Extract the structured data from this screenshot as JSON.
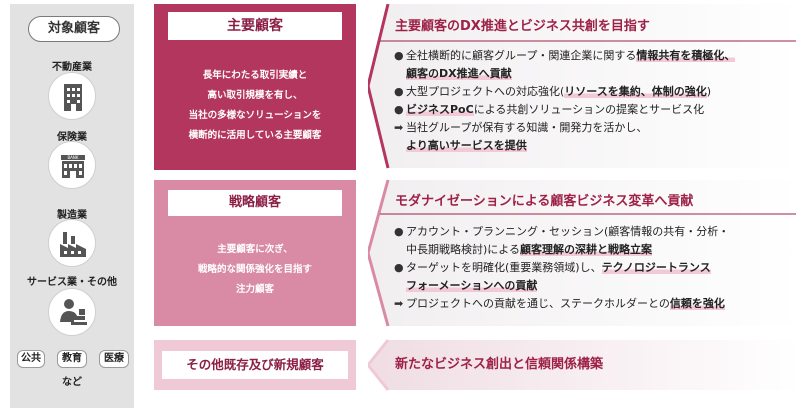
{
  "left": {
    "header": "対象顧客",
    "industries": [
      {
        "label": "不動産業",
        "icon": "building-icon"
      },
      {
        "label": "保険業",
        "icon": "bank-icon"
      },
      {
        "label": "製造業",
        "icon": "factory-icon"
      },
      {
        "label": "サービス業・その他",
        "icon": "service-person-icon"
      }
    ],
    "public_labels": [
      "公共",
      "教育",
      "医療"
    ],
    "etc": "など"
  },
  "middle": {
    "main": {
      "title": "主要顧客",
      "desc": [
        "長年にわたる取引実績と",
        "高い取引規模を有し、",
        "当社の多様なソリューションを",
        "横断的に活用している主要顧客"
      ]
    },
    "strategic": {
      "title": "戦略顧客",
      "desc": [
        "主要顧客に次ぎ、",
        "戦略的な関係強化を目指す",
        "注力顧客"
      ]
    },
    "other": {
      "title": "その他既存及び新規顧客"
    }
  },
  "right": {
    "main": {
      "heading": "主要顧客のDX推進とビジネス共創を目指す",
      "lines": [
        {
          "mark": "●",
          "parts": [
            {
              "t": "全社横断的に顧客グループ・関連企業に関する"
            },
            {
              "t": "情報共有を積極化、",
              "b": true
            }
          ]
        },
        {
          "mark": "",
          "parts": [
            {
              "t": "顧客のDX推進へ貢献",
              "b": true
            }
          ]
        },
        {
          "mark": "●",
          "parts": [
            {
              "t": "大型プロジェクトへの対応強化("
            },
            {
              "t": "リソースを集約、体制の強化",
              "b": true
            },
            {
              "t": ")"
            }
          ]
        },
        {
          "mark": "●",
          "parts": [
            {
              "t": "ビジネスPoC",
              "b": true
            },
            {
              "t": "による共創ソリューションの提案とサービス化"
            }
          ]
        },
        {
          "mark": "➡",
          "parts": [
            {
              "t": "当社グループが保有する知識・開発力を活かし、"
            }
          ]
        },
        {
          "mark": "",
          "parts": [
            {
              "t": "より高いサービスを提供",
              "b": true
            }
          ]
        }
      ]
    },
    "strategic": {
      "heading": "モダナイゼーションによる顧客ビジネス変革へ貢献",
      "lines": [
        {
          "mark": "●",
          "parts": [
            {
              "t": "アカウント・プランニング・セッション(顧客情報の共有・分析・"
            }
          ]
        },
        {
          "mark": "",
          "parts": [
            {
              "t": "中長期戦略検討)による"
            },
            {
              "t": "顧客理解の深耕と戦略立案",
              "b": true
            }
          ]
        },
        {
          "mark": "●",
          "parts": [
            {
              "t": "ターゲットを明確化(重要業務領域)し、"
            },
            {
              "t": "テクノロジートランス",
              "b": true
            }
          ]
        },
        {
          "mark": "",
          "parts": [
            {
              "t": "フォーメーションへの貢献",
              "b": true
            }
          ]
        },
        {
          "mark": "➡",
          "parts": [
            {
              "t": "プロジェクトへの貢献を通じ、ステークホルダーとの"
            },
            {
              "t": "信頼を強化",
              "b": true
            }
          ]
        }
      ]
    },
    "other": {
      "heading": "新たなビジネス創出と信頼関係構築"
    }
  }
}
